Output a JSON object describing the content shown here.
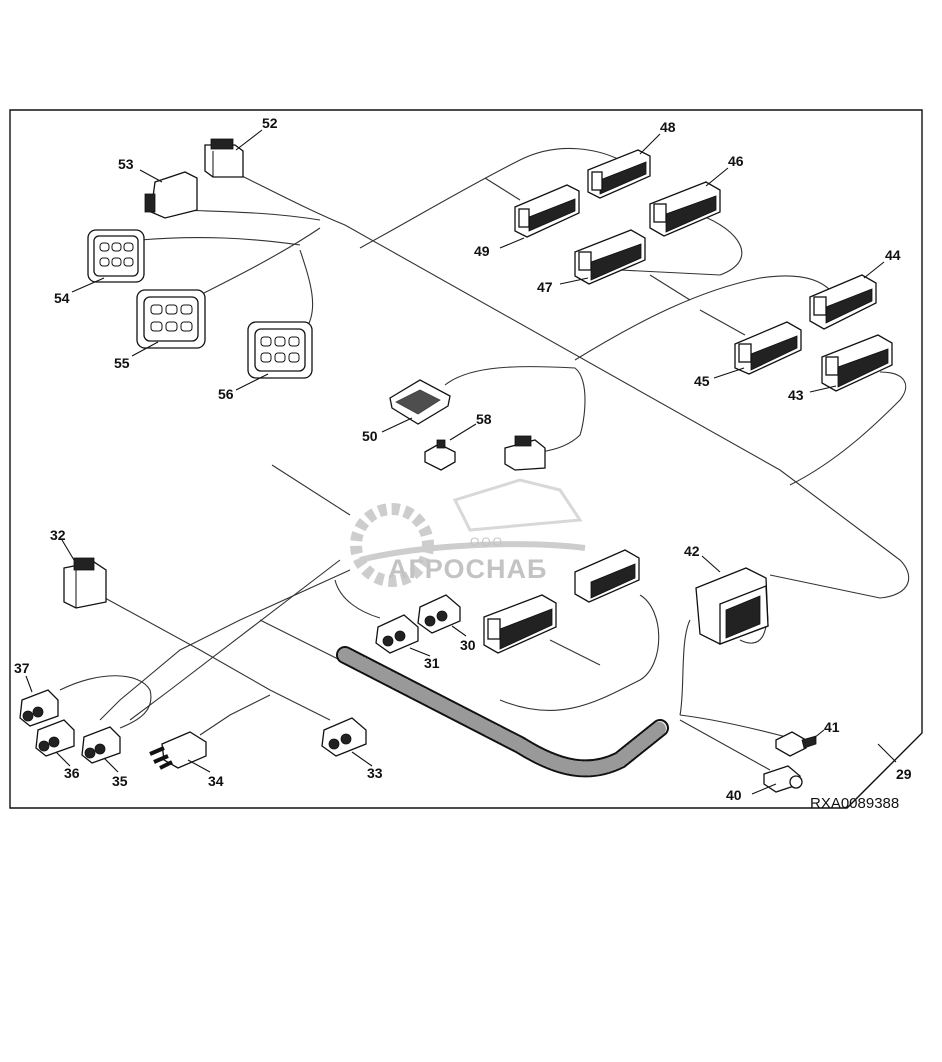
{
  "drawing": {
    "code": "RXA0089388"
  },
  "watermark": {
    "line1": "ООО",
    "line2": "АГРОСНАБ"
  },
  "callouts": [
    {
      "num": "29"
    },
    {
      "num": "30"
    },
    {
      "num": "31"
    },
    {
      "num": "32"
    },
    {
      "num": "33"
    },
    {
      "num": "34"
    },
    {
      "num": "35"
    },
    {
      "num": "36"
    },
    {
      "num": "37"
    },
    {
      "num": "40"
    },
    {
      "num": "41"
    },
    {
      "num": "42"
    },
    {
      "num": "43"
    },
    {
      "num": "44"
    },
    {
      "num": "45"
    },
    {
      "num": "46"
    },
    {
      "num": "47"
    },
    {
      "num": "48"
    },
    {
      "num": "49"
    },
    {
      "num": "50"
    },
    {
      "num": "52"
    },
    {
      "num": "53"
    },
    {
      "num": "54"
    },
    {
      "num": "55"
    },
    {
      "num": "56"
    },
    {
      "num": "58"
    }
  ]
}
